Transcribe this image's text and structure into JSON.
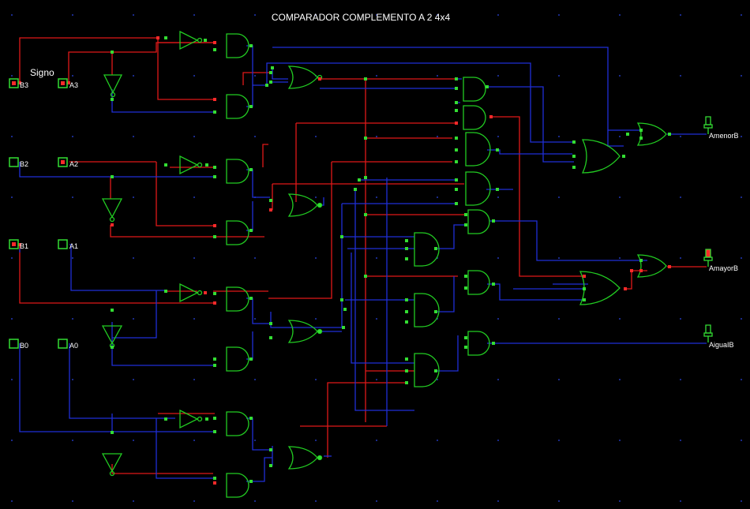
{
  "title": "COMPARADOR COMPLEMENTO A 2 4x4",
  "sign_label": "Signo",
  "colors": {
    "background": "#000000",
    "gate": "#22cc22",
    "wire_low": "#1f2fd6",
    "wire_high": "#e01818",
    "pin_high": "#ff2a2a",
    "pin_low": "#33dd33",
    "grid_dot": "#1a2a8a",
    "label": "#ffffff"
  },
  "inputs": [
    {
      "label": "B3",
      "state": "high",
      "icon": "switch-icon"
    },
    {
      "label": "A3",
      "state": "high",
      "icon": "switch-icon"
    },
    {
      "label": "B2",
      "state": "low",
      "icon": "switch-icon"
    },
    {
      "label": "A2",
      "state": "high",
      "icon": "switch-icon"
    },
    {
      "label": "B1",
      "state": "high",
      "icon": "switch-icon"
    },
    {
      "label": "A1",
      "state": "low",
      "icon": "switch-icon"
    },
    {
      "label": "B0",
      "state": "low",
      "icon": "switch-icon"
    },
    {
      "label": "A0",
      "state": "low",
      "icon": "switch-icon"
    }
  ],
  "outputs": [
    {
      "label": "AmenorB",
      "icon": "probe-icon"
    },
    {
      "label": "AmayorB",
      "icon": "probe-icon"
    },
    {
      "label": "AiguaIB",
      "icon": "probe-icon"
    }
  ]
}
